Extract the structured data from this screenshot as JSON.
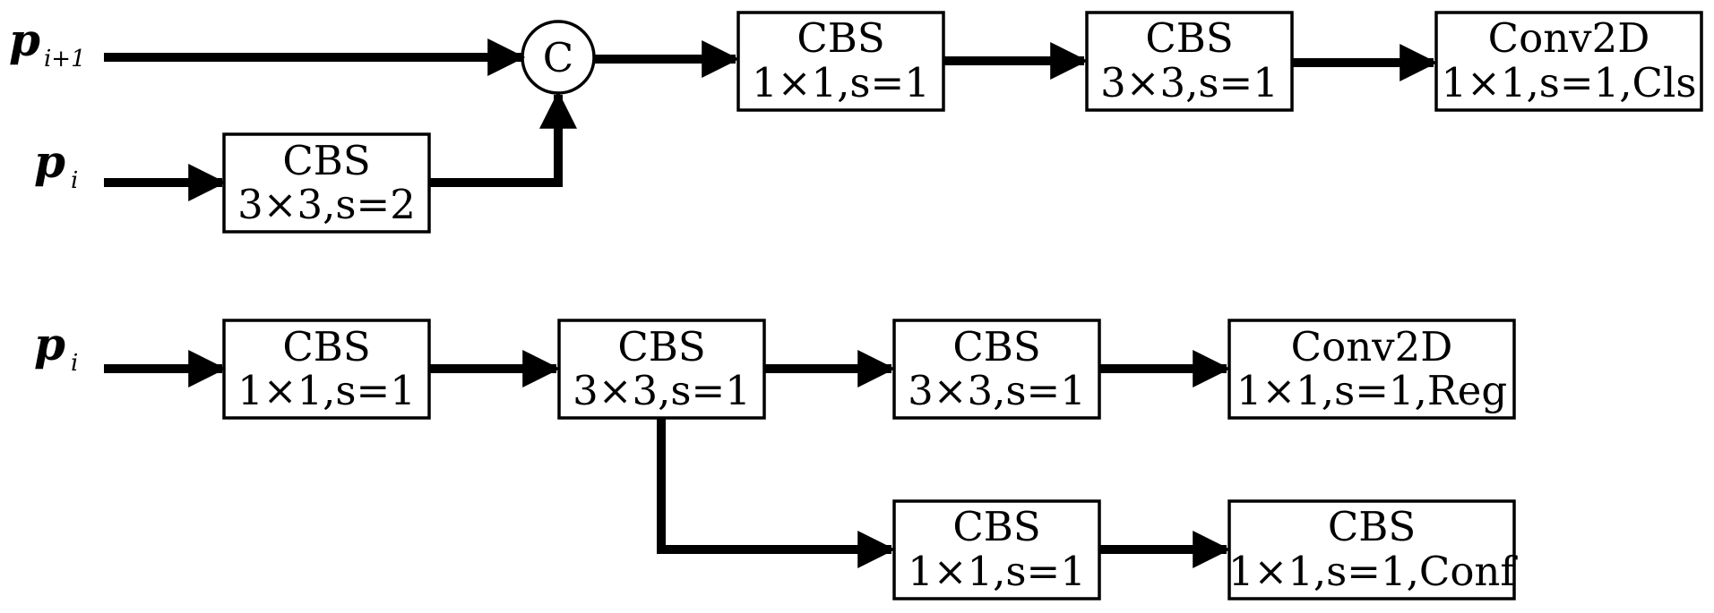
{
  "inputs": {
    "p_top": {
      "main": "p",
      "sub": "i+1"
    },
    "p_mid": {
      "main": "p",
      "sub": "i"
    },
    "p_bottom": {
      "main": "p",
      "sub": "i"
    }
  },
  "concat_label": "C",
  "boxes": {
    "cbs_down": {
      "line1": "CBS",
      "line2": "3×3,s=2"
    },
    "top_cbs_1": {
      "line1": "CBS",
      "line2": "1×1,s=1"
    },
    "top_cbs_2": {
      "line1": "CBS",
      "line2": "3×3,s=1"
    },
    "cls_conv": {
      "line1": "Conv2D",
      "line2": "1×1,s=1,Cls"
    },
    "bot_cbs_1": {
      "line1": "CBS",
      "line2": "1×1,s=1"
    },
    "bot_cbs_2": {
      "line1": "CBS",
      "line2": "3×3,s=1"
    },
    "bot_cbs_3": {
      "line1": "CBS",
      "line2": "3×3,s=1"
    },
    "reg_conv": {
      "line1": "Conv2D",
      "line2": "1×1,s=1,Reg"
    },
    "conf_cbs_1": {
      "line1": "CBS",
      "line2": "1×1,s=1"
    },
    "conf_cbs_2": {
      "line1": "CBS",
      "line2": "1×1,s=1,Conf"
    }
  }
}
